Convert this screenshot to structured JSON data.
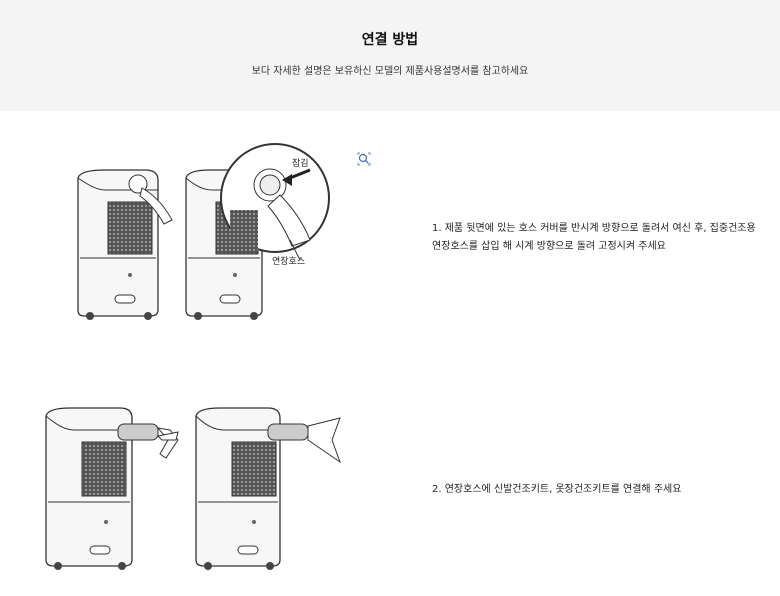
{
  "header": {
    "title": "연결 방법",
    "subtitle": "보다 자세한 설명은 보유하신 모델의 제품사용설명서를 참고하세요"
  },
  "steps": [
    {
      "line1": "1. 제품 뒷면에 있는 호스 커버를 반시계 방향으로 돌려서 여신 후, 집중건조용",
      "line2": "연장호스를 삽입 해 시계 방향으로 돌려 고정시켜 주세요",
      "label_lock": "잠김",
      "label_hose": "연장호스"
    },
    {
      "line1": "2. 연장호스에 신발건조키트, 옷장건조키트를 연결해 주세요"
    }
  ],
  "icons": {
    "zoom": "zoom-icon"
  }
}
